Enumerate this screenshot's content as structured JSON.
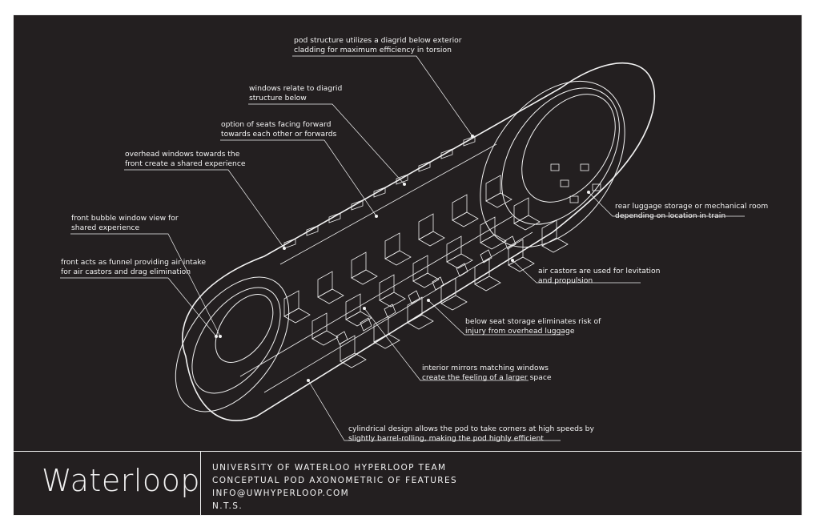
{
  "annotations": [
    {
      "id": "pod-structure",
      "lines": [
        "pod structure utilizes a diagrid below exterior",
        "cladding for maximum efficiency in torsion"
      ]
    },
    {
      "id": "windows-diagrid",
      "lines": [
        "windows relate to diagrid",
        "structure below"
      ]
    },
    {
      "id": "seat-options",
      "lines": [
        "option of seats facing forward",
        "towards each other or forwards"
      ]
    },
    {
      "id": "overhead-windows",
      "lines": [
        "overhead windows towards the",
        "front create a shared experience"
      ]
    },
    {
      "id": "front-bubble",
      "lines": [
        "front bubble window view for",
        "shared experience"
      ]
    },
    {
      "id": "front-funnel",
      "lines": [
        "front acts as funnel providing air intake",
        "for air castors and drag elimination"
      ]
    },
    {
      "id": "rear-luggage",
      "lines": [
        "rear luggage storage or mechanical room",
        "depending on location in train"
      ]
    },
    {
      "id": "air-castors",
      "lines": [
        "air castors are used for levitation",
        "and propulsion"
      ]
    },
    {
      "id": "below-seat-storage",
      "lines": [
        "below seat storage eliminates risk of",
        "injury from overhead luggage"
      ]
    },
    {
      "id": "interior-mirrors",
      "lines": [
        "interior mirrors matching windows",
        "create the feeling of a larger space"
      ]
    },
    {
      "id": "cylindrical-design",
      "lines": [
        "cylindrical design allows the pod to take corners at high speeds by",
        "slightly barrel-rolling, making the pod highly efficient"
      ]
    }
  ],
  "title_block": {
    "logo": "Waterloop",
    "lines": [
      "UNIVERSITY OF WATERLOO HYPERLOOP  TEAM",
      "CONCEPTUAL POD AXONOMETRIC OF FEATURES",
      "INFO@UWHYPERLOOP.COM",
      "N.T.S."
    ]
  },
  "colors": {
    "background": "#231f20",
    "line": "#f2f2f2",
    "page": "#ffffff"
  }
}
